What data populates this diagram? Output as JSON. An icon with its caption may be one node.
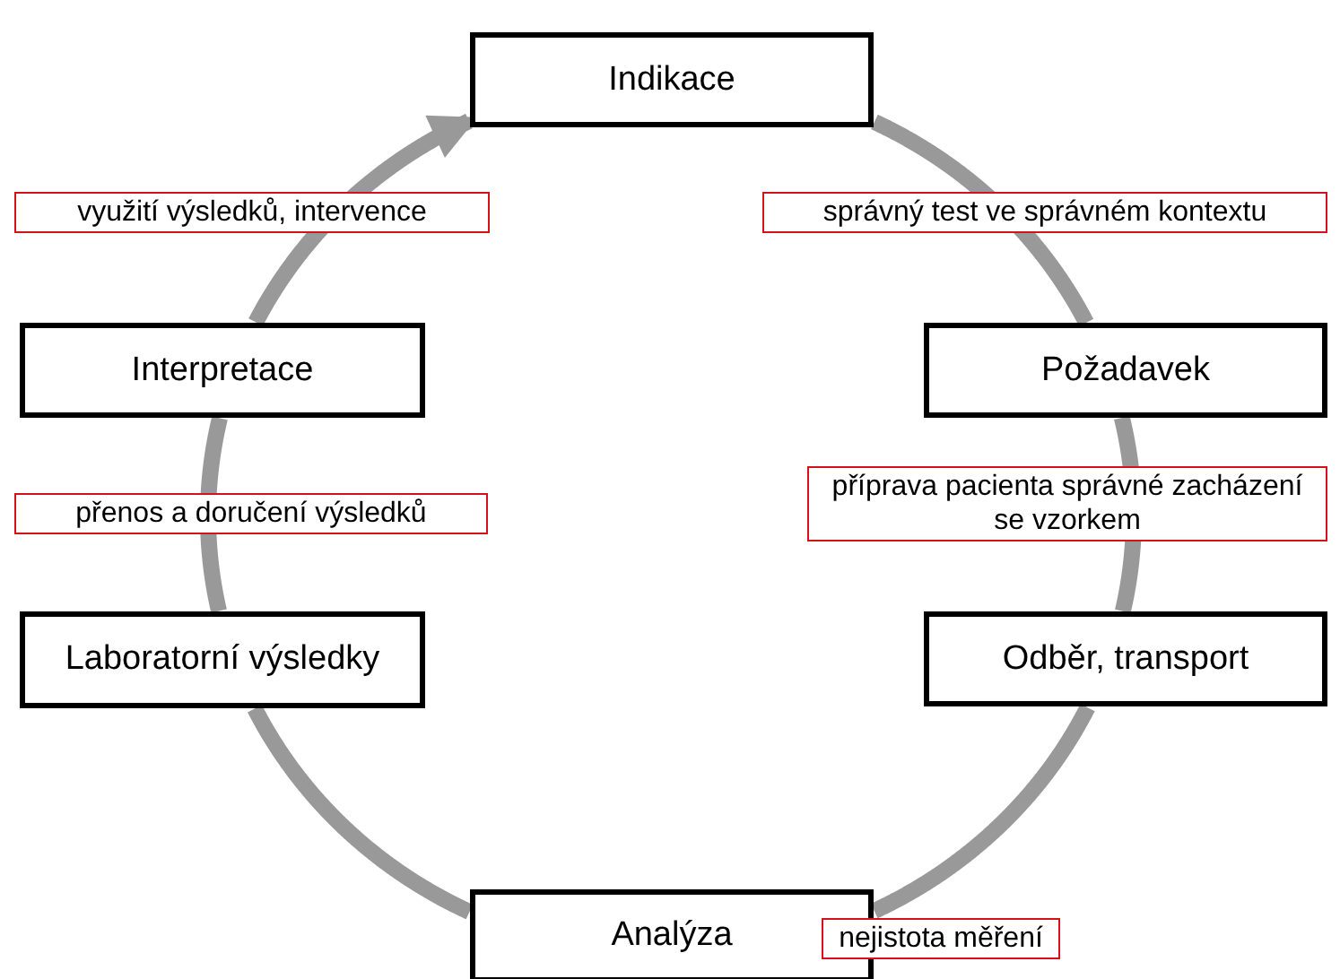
{
  "diagram": {
    "nodes": [
      {
        "text": [
          "Indikace"
        ]
      },
      {
        "text": [
          "Požadavek"
        ]
      },
      {
        "text": [
          "Odběr, transport"
        ]
      },
      {
        "text": [
          "Analýza"
        ]
      },
      {
        "text": [
          "Laboratorní výsledky"
        ]
      },
      {
        "text": [
          "Interpretace"
        ]
      }
    ],
    "edges": [
      {
        "from": 0,
        "to": 1,
        "arrow": "none",
        "label": "správný test ve správném kontextu"
      },
      {
        "from": 1,
        "to": 2,
        "arrow": "none",
        "label": "příprava pacienta správné zacházení se vzorkem"
      },
      {
        "from": 2,
        "to": 3,
        "arrow": "none",
        "label": "nejistota měření"
      },
      {
        "from": 3,
        "to": 4,
        "arrow": "none"
      },
      {
        "from": 4,
        "to": 5,
        "arrow": "none",
        "label": "přenos a doručení výsledků"
      },
      {
        "from": 5,
        "to": 0,
        "arrow": "to",
        "label": "využití výsledků, intervence"
      }
    ]
  }
}
